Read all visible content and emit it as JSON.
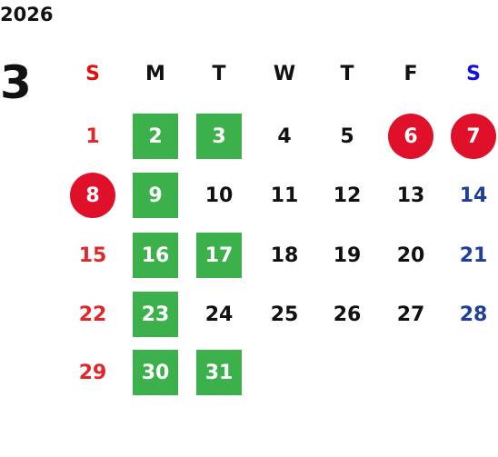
{
  "calendar": {
    "year": "2026",
    "month": "3",
    "weekdays": [
      {
        "label": "S",
        "color": "#e01010"
      },
      {
        "label": "M",
        "color": "#111111"
      },
      {
        "label": "T",
        "color": "#111111"
      },
      {
        "label": "W",
        "color": "#111111"
      },
      {
        "label": "T",
        "color": "#111111"
      },
      {
        "label": "F",
        "color": "#111111"
      },
      {
        "label": "S",
        "color": "#1010e0"
      }
    ],
    "colors": {
      "sunday_text": "#e0282a",
      "saturday_text": "#1f3f9a",
      "weekday_text": "#111111",
      "green_highlight": "#3cb04a",
      "red_highlight": "#e0102a",
      "highlight_text": "#ffffff"
    },
    "weeks": [
      [
        {
          "day": "1",
          "style": "sun"
        },
        {
          "day": "2",
          "style": "green"
        },
        {
          "day": "3",
          "style": "green"
        },
        {
          "day": "4",
          "style": "plain"
        },
        {
          "day": "5",
          "style": "plain"
        },
        {
          "day": "6",
          "style": "red"
        },
        {
          "day": "7",
          "style": "red"
        }
      ],
      [
        {
          "day": "8",
          "style": "red"
        },
        {
          "day": "9",
          "style": "green"
        },
        {
          "day": "10",
          "style": "plain"
        },
        {
          "day": "11",
          "style": "plain"
        },
        {
          "day": "12",
          "style": "plain"
        },
        {
          "day": "13",
          "style": "plain"
        },
        {
          "day": "14",
          "style": "sat"
        }
      ],
      [
        {
          "day": "15",
          "style": "sun"
        },
        {
          "day": "16",
          "style": "green"
        },
        {
          "day": "17",
          "style": "green"
        },
        {
          "day": "18",
          "style": "plain"
        },
        {
          "day": "19",
          "style": "plain"
        },
        {
          "day": "20",
          "style": "plain"
        },
        {
          "day": "21",
          "style": "sat"
        }
      ],
      [
        {
          "day": "22",
          "style": "sun"
        },
        {
          "day": "23",
          "style": "green"
        },
        {
          "day": "24",
          "style": "plain"
        },
        {
          "day": "25",
          "style": "plain"
        },
        {
          "day": "26",
          "style": "plain"
        },
        {
          "day": "27",
          "style": "plain"
        },
        {
          "day": "28",
          "style": "sat"
        }
      ],
      [
        {
          "day": "29",
          "style": "sun"
        },
        {
          "day": "30",
          "style": "green"
        },
        {
          "day": "31",
          "style": "green"
        }
      ]
    ]
  }
}
